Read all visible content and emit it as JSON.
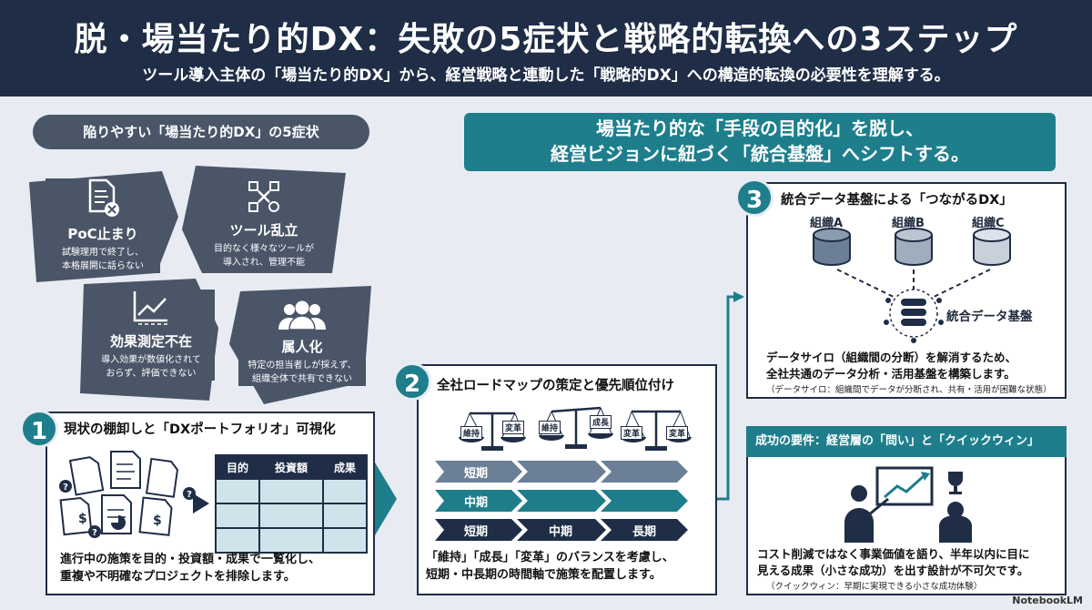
{
  "header": {
    "title": "脱・場当たり的DX：失敗の5症状と戦略的転換への3ステップ",
    "subtitle": "ツール導入主体の「場当たり的DX」から、経営戦略と連動した「戦略的DX」への構造的転換の必要性を理解する。"
  },
  "symptoms": {
    "header": "陥りやすい「場当たり的DX」の5症状",
    "items": [
      {
        "title": "PoC止まり",
        "desc1": "試験理用で終了し、",
        "desc2": "本格展開に話らない",
        "icon": "document-x-icon"
      },
      {
        "title": "ツール乱立",
        "desc1": "目的なく様々なツールが",
        "desc2": "導入され、管理不能",
        "icon": "tools-icon"
      },
      {
        "title": "効果測定不在",
        "desc1": "導入効果が数値化されて",
        "desc2": "おらず、評価できない",
        "icon": "chart-icon"
      },
      {
        "title": "属人化",
        "desc1": "特定の担当者しが採えず、",
        "desc2": "組織全体で共有できない",
        "icon": "people-icon"
      }
    ]
  },
  "strategy_banner": {
    "line1": "場当たり的な「手段の目的化」を脱し、",
    "line2": "経営ビジョンに紐づく「統合基盤」へシフトする。"
  },
  "step1": {
    "num": "1",
    "title": "現状の棚卸しと「DXポートフォリオ」可視化",
    "table_headers": [
      "目的",
      "投資額",
      "成果"
    ],
    "desc1": "進行中の施策を目的・投資額・成果で一覧化し、",
    "desc2": "重複や不明確なプロジェクトを排除します。"
  },
  "step2": {
    "num": "2",
    "title": "全社ロードマップの策定と優先順位付け",
    "scales": [
      {
        "left": "維持",
        "right": "変革"
      },
      {
        "left": "維持",
        "right": "成長"
      },
      {
        "left": "変革",
        "right": "変革"
      }
    ],
    "timeline": {
      "row1": [
        "短期"
      ],
      "row2": [
        "中期"
      ],
      "row3": [
        "短期",
        "中期",
        "長期"
      ]
    },
    "desc1": "「維持」「成長」「変革」のバランスを考慮し、",
    "desc2": "短期・中長期の時間軸で施策を配置します。"
  },
  "step3": {
    "num": "3",
    "title": "統合データ基盤による「つながるDX」",
    "orgs": [
      "組織A",
      "組織B",
      "組織C"
    ],
    "hub_label": "統合データ基盤",
    "desc1": "データサイロ（組織間の分断）を解消するため、",
    "desc2": "全社共通のデータ分析・活用基盤を構築します。",
    "note": "（データサイロ：組織間でデータが分断され、共有・活用が困難な状態）"
  },
  "success": {
    "header": "成功の要件：経営層の「問い」と「クイックウィン」",
    "desc1": "コスト削減ではなく事業価値を語り、半年以内に目に",
    "desc2": "見える成果（小さな成功）を出す設計が不可欠です。",
    "note": "（クイックウィン：早期に実現できる小さな成功体験）"
  },
  "footer": {
    "logo": "NotebookLM"
  },
  "colors": {
    "navy": "#1f2d46",
    "teal": "#1e7e8c",
    "slate": "#4a5568",
    "background": "#e8ecf2"
  }
}
